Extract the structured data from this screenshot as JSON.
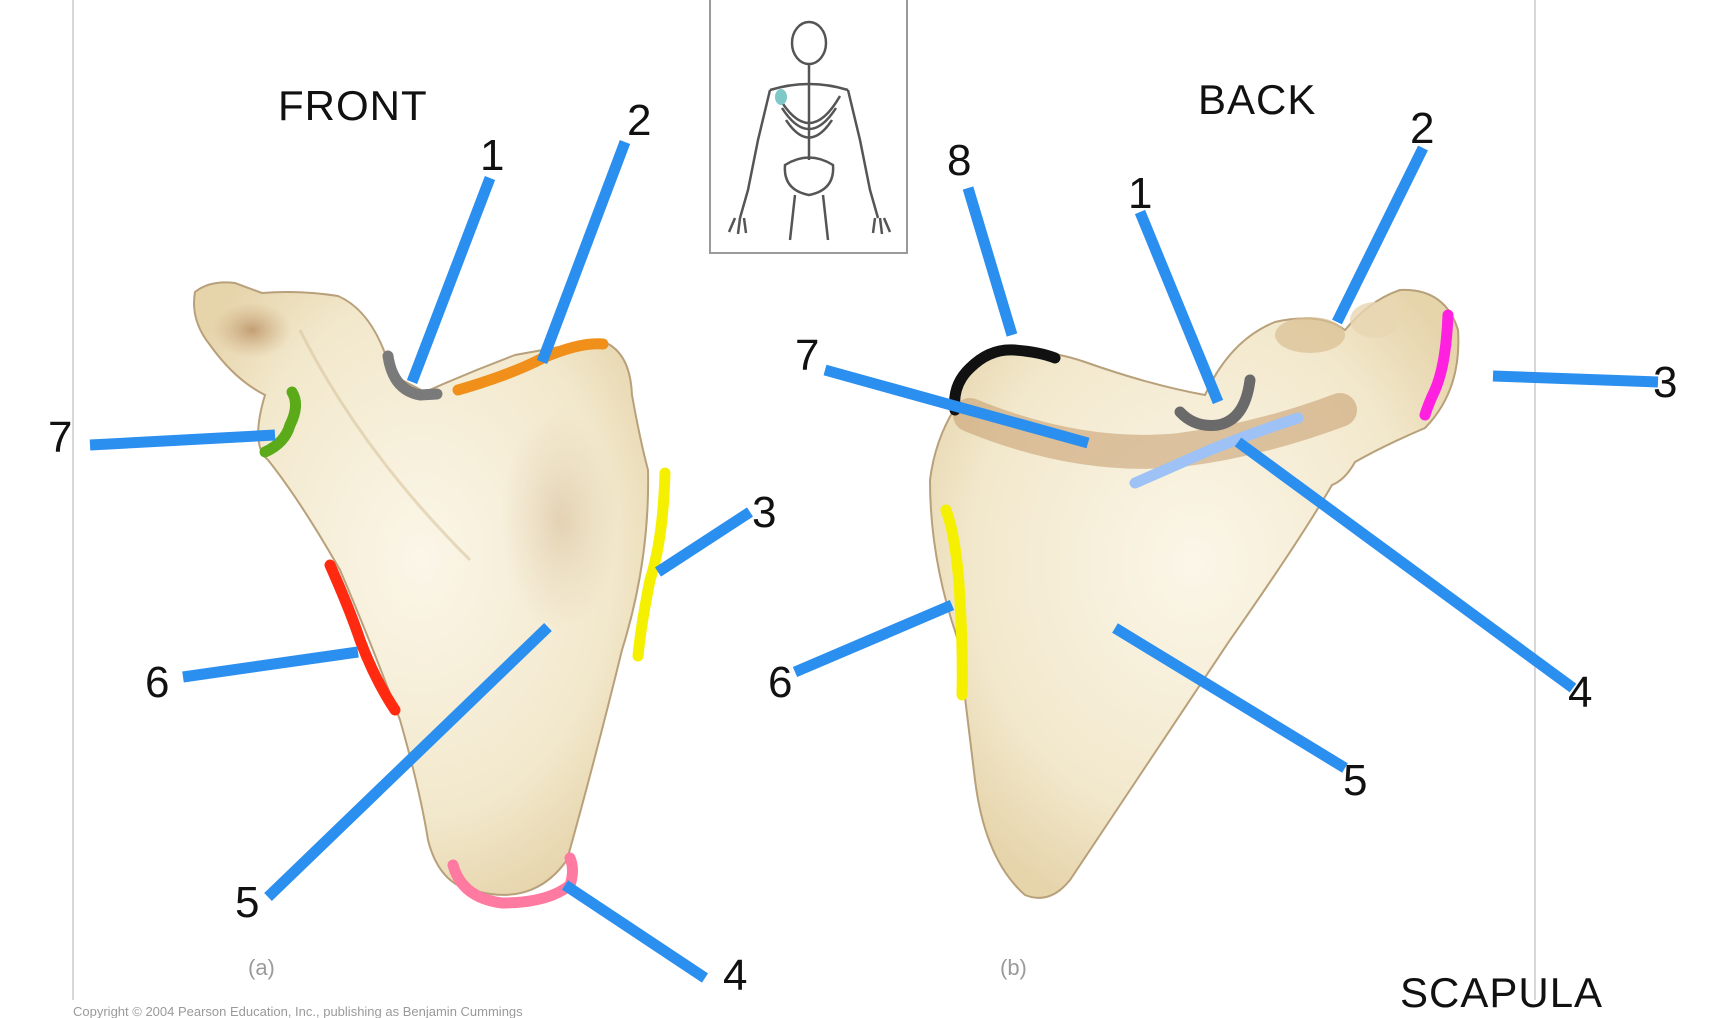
{
  "titles": {
    "front": "FRONT",
    "back": "BACK",
    "scapula": "SCAPULA"
  },
  "panel_labels": {
    "a": "(a)",
    "b": "(b)"
  },
  "copyright": "Copyright © 2004 Pearson Education, Inc., publishing as Benjamin Cummings",
  "front_numbers": {
    "n1": "1",
    "n2": "2",
    "n3": "3",
    "n4": "4",
    "n5": "5",
    "n6": "6",
    "n7": "7"
  },
  "back_numbers": {
    "n1": "1",
    "n2": "2",
    "n3": "3",
    "n4": "4",
    "n5": "5",
    "n6": "6",
    "n7": "7",
    "n8": "8"
  },
  "colors": {
    "leader": "#2b8ff0",
    "bone": "#f4ecd6",
    "bone_shadow": "#c9a47a",
    "front_1": "#7a7a7a",
    "front_2": "#f0901a",
    "front_3": "#f5f000",
    "front_4": "#ff7aa0",
    "front_6": "#ff2a10",
    "front_7": "#5aaa1a",
    "back_1": "#6a6a6a",
    "back_3": "#ff20e0",
    "back_4": "#9ec2f5",
    "back_6": "#f5f000",
    "back_8": "#111111"
  }
}
